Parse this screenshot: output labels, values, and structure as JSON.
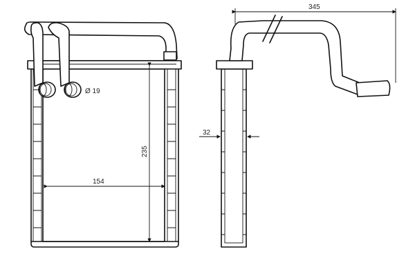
{
  "dimensions": {
    "overall_length": "345",
    "pipe_diameter": "Ø 19",
    "core_height": "235",
    "core_width": "154",
    "core_depth": "32"
  }
}
